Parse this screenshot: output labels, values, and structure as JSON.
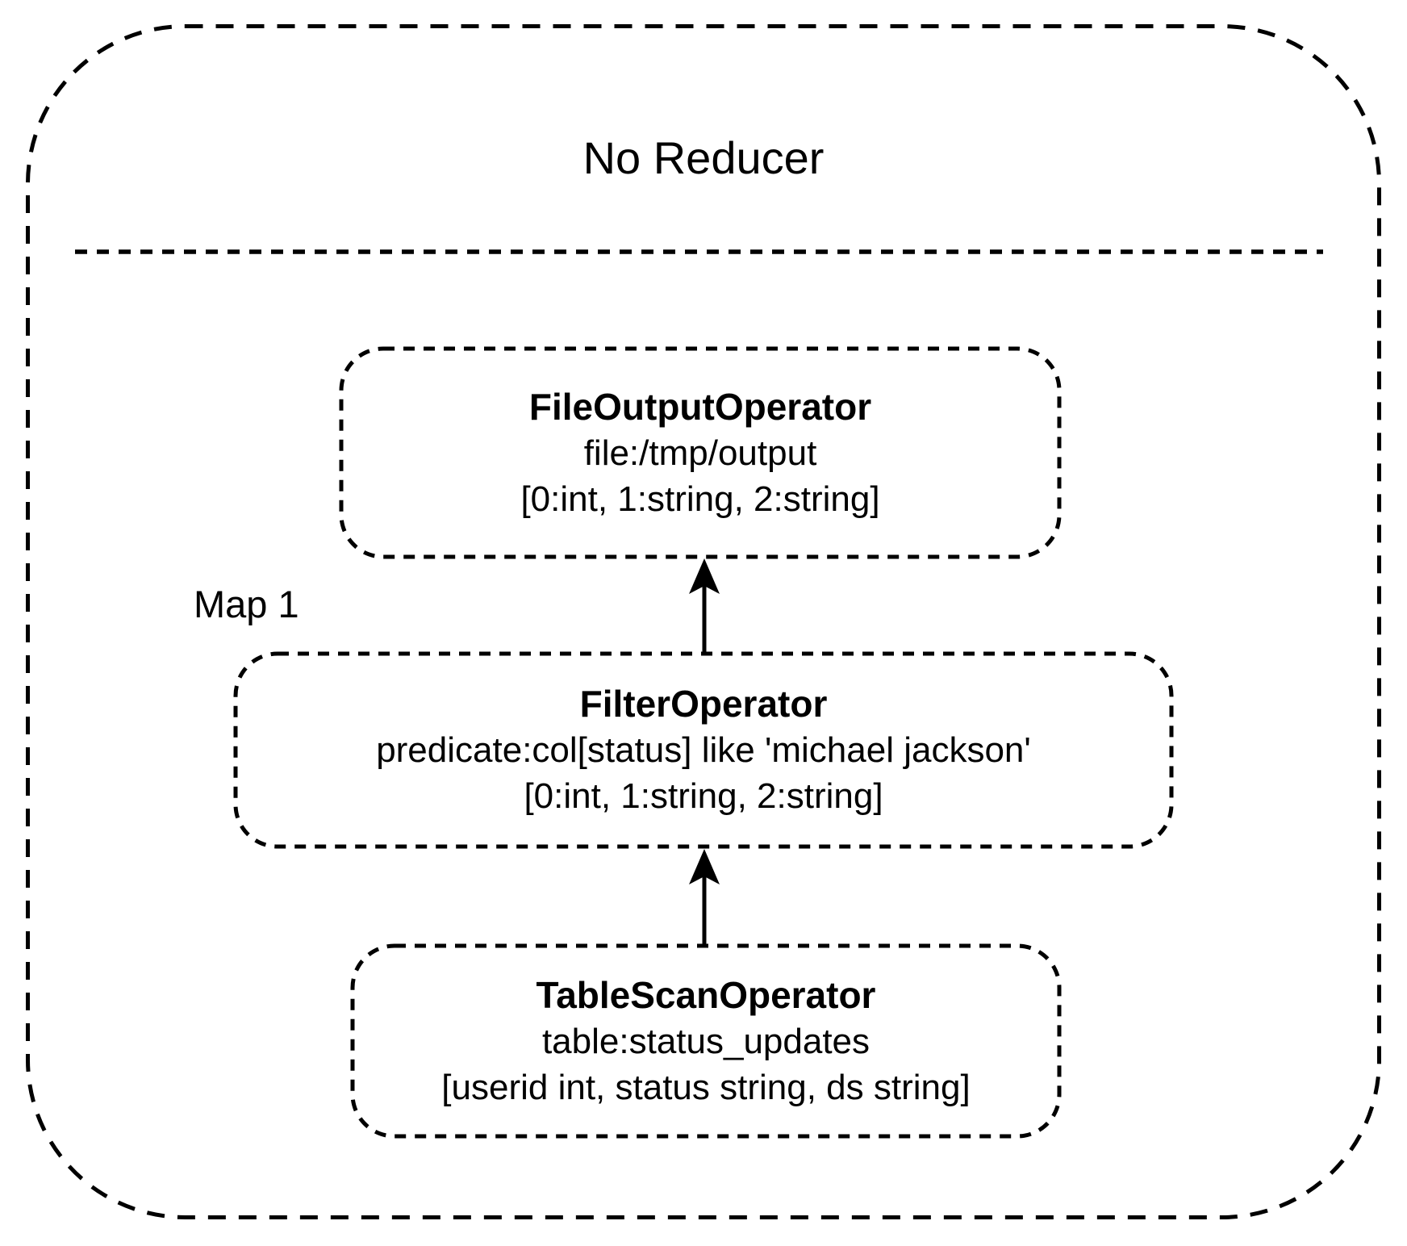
{
  "diagram": {
    "title": "No Reducer",
    "map_label": "Map 1",
    "operators": [
      {
        "name": "FileOutputOperator",
        "detail": "file:/tmp/output",
        "schema": "[0:int, 1:string, 2:string]"
      },
      {
        "name": "FilterOperator",
        "detail": "predicate:col[status] like 'michael jackson'",
        "schema": "[0:int, 1:string, 2:string]"
      },
      {
        "name": "TableScanOperator",
        "detail": "table:status_updates",
        "schema": "[userid int, status string, ds string]"
      }
    ],
    "colors": {
      "stroke": "#000000",
      "background": "#ffffff",
      "text": "#000000"
    }
  }
}
